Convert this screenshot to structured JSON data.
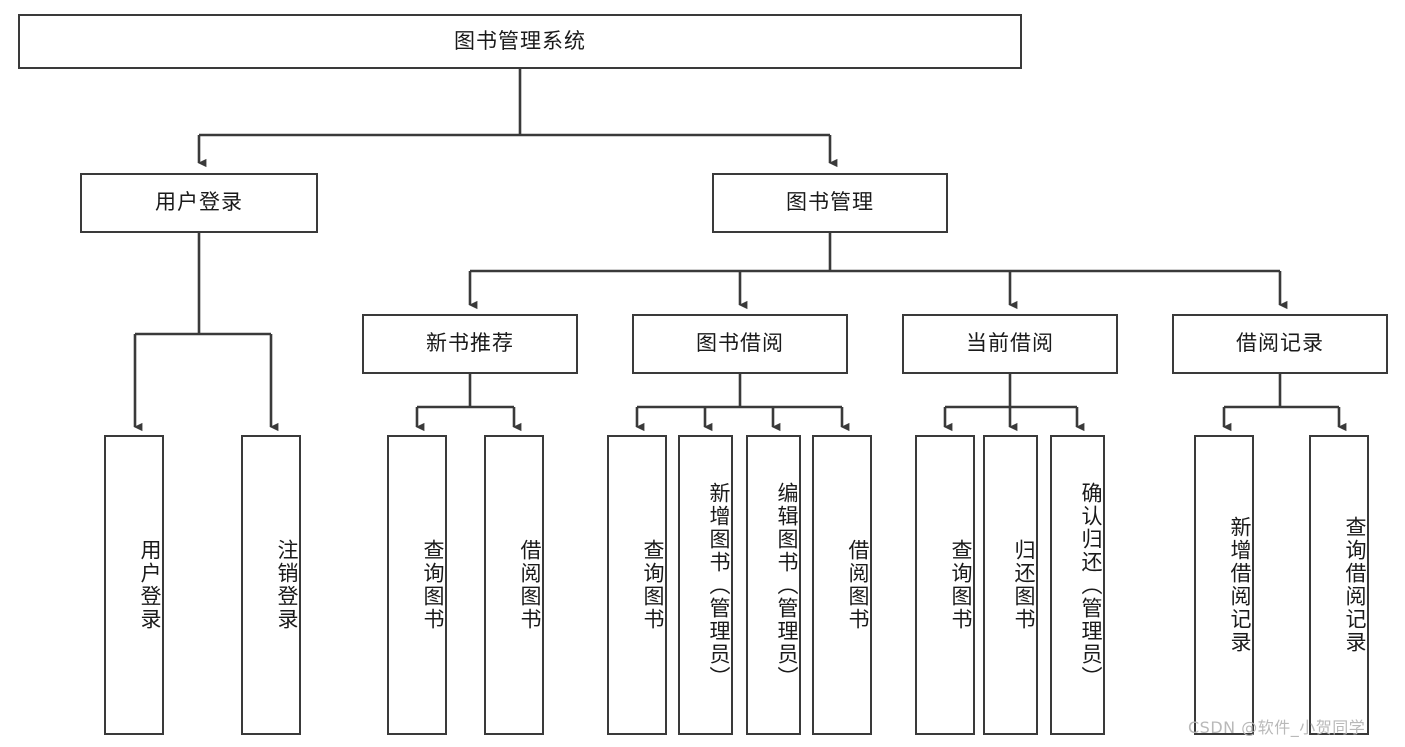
{
  "diagram": {
    "title": "图书管理系统",
    "type": "hierarchy-tree",
    "root": {
      "label": "图书管理系统"
    },
    "level2": [
      {
        "label": "用户登录"
      },
      {
        "label": "图书管理"
      }
    ],
    "level3": [
      {
        "label": "新书推荐"
      },
      {
        "label": "图书借阅"
      },
      {
        "label": "当前借阅"
      },
      {
        "label": "借阅记录"
      }
    ],
    "leaves": {
      "user_login": [
        {
          "label": "用户登录"
        },
        {
          "label": "注销登录"
        }
      ],
      "new_book_recommend": [
        {
          "label": "查询图书"
        },
        {
          "label": "借阅图书"
        }
      ],
      "book_borrow": [
        {
          "label": "查询图书"
        },
        {
          "label": "新增图书（管理员）"
        },
        {
          "label": "编辑图书（管理员）"
        },
        {
          "label": "借阅图书"
        }
      ],
      "current_borrow": [
        {
          "label": "查询图书"
        },
        {
          "label": "归还图书"
        },
        {
          "label": "确认归还（管理员）"
        }
      ],
      "borrow_record": [
        {
          "label": "新增借阅记录"
        },
        {
          "label": "查询借阅记录"
        }
      ]
    },
    "watermark": "CSDN @软件_小贺同学",
    "colors": {
      "stroke": "#3a3a3a",
      "fill": "#ffffff",
      "text": "#1a1a1a",
      "watermark": "#b9b9b9"
    }
  }
}
